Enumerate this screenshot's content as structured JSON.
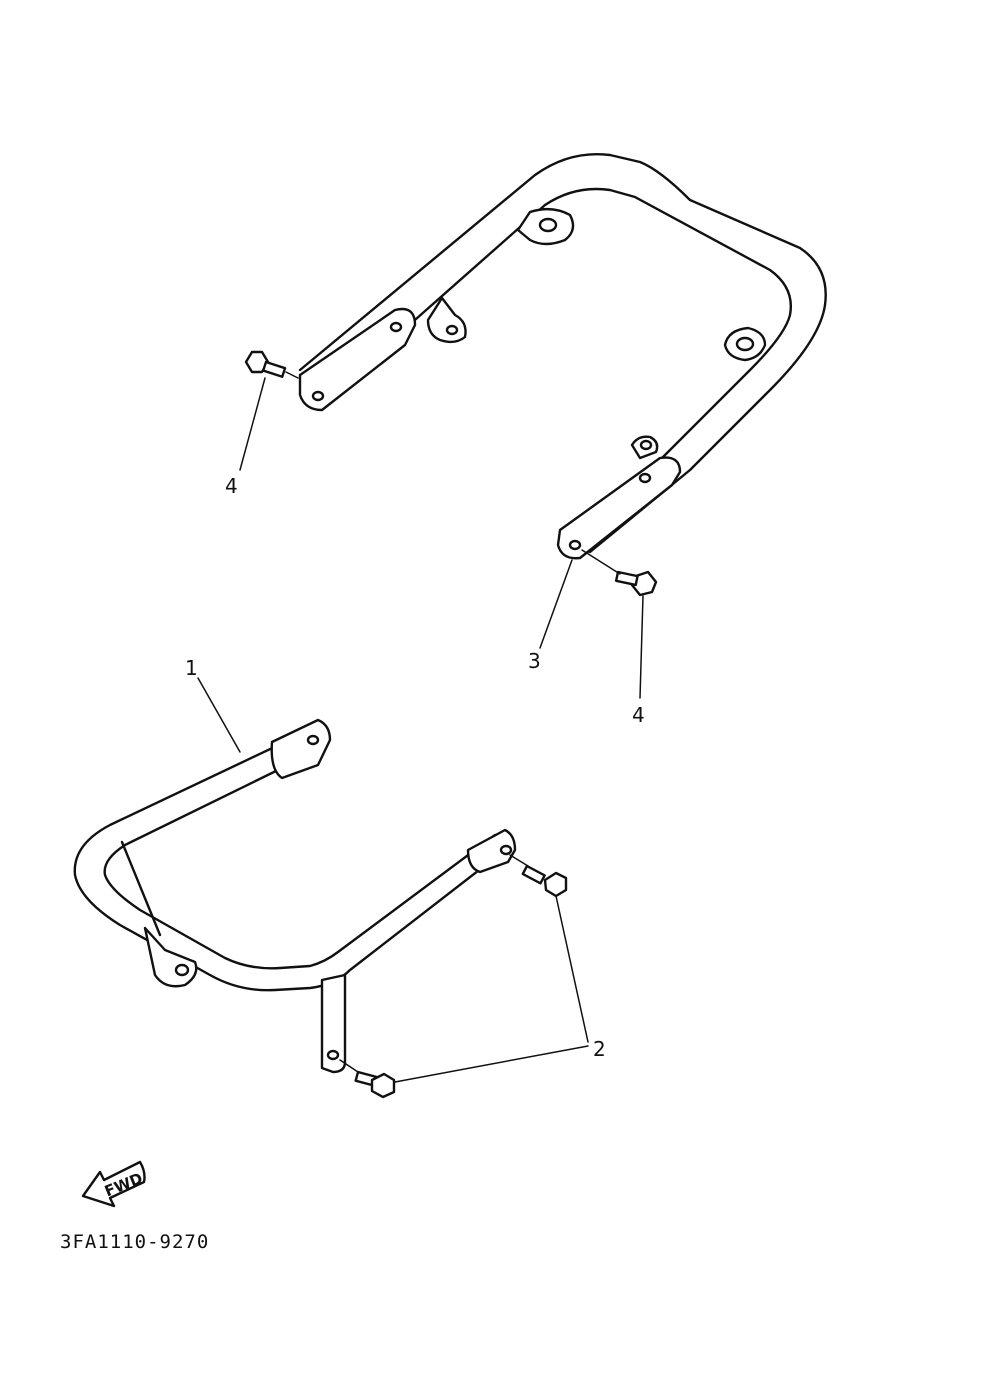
{
  "callouts": {
    "part1": "1",
    "part2": "2",
    "part3": "3",
    "part4_upper": "4",
    "part4_lower": "4"
  },
  "fwd_label": "FWD",
  "diagram_code": "3FA1110-9270"
}
